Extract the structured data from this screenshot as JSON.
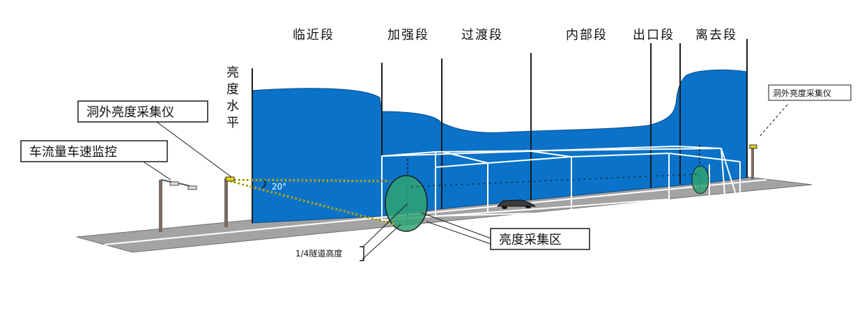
{
  "zones": [
    {
      "id": "approach",
      "label": "临近段"
    },
    {
      "id": "threshold",
      "label": "加强段"
    },
    {
      "id": "transition",
      "label": "过渡段"
    },
    {
      "id": "interior",
      "label": "内部段"
    },
    {
      "id": "exit",
      "label": "出口段"
    },
    {
      "id": "departure",
      "label": "离去段"
    }
  ],
  "axis": {
    "luminance_level": "亮度水平"
  },
  "callouts": {
    "outdoor_meter_left": "洞外亮度采集仪",
    "outdoor_meter_right": "洞外亮度采集仪",
    "traffic_monitor": "车流量车速监控",
    "collection_zone": "亮度采集区",
    "quarter_height": "1/4隧道高度"
  },
  "angle_label": "20°",
  "colors": {
    "luminance_fill": "#0a72c8",
    "road": "#a3a3a3",
    "ellipse": "#2fa273",
    "line": "#1a1a1a",
    "dots_yellow": "#e2d114"
  }
}
